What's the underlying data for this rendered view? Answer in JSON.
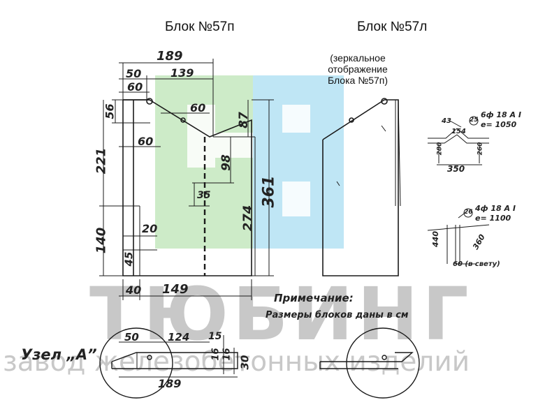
{
  "titles": {
    "left": "Блок №57п",
    "right": "Блок №57л"
  },
  "mirror_note": [
    "(зеркальное",
    "отображение",
    "Блока №57п)"
  ],
  "dims_main": {
    "d189": "189",
    "d50": "50",
    "d139": "139",
    "d60a": "60",
    "d60b": "60",
    "d60c": "60",
    "d56": "56",
    "d221": "221",
    "d87": "87",
    "d98": "98",
    "d35": "35",
    "d361": "361",
    "d274": "274",
    "d140": "140",
    "d20": "20",
    "d45": "45",
    "d40": "40",
    "d149": "149"
  },
  "section1": {
    "d1": "6ф 18 А I",
    "d2": "е= 1050",
    "n": "25",
    "a43": "43",
    "a154": "154",
    "h1": "280",
    "h2": "260",
    "w": "350"
  },
  "section2": {
    "d1": "4ф 18 А I",
    "d2": "е= 1100",
    "n": "26",
    "h": "440",
    "s": "360",
    "g": "60 (в свету)"
  },
  "note": {
    "title": "Примечание:",
    "body": "Размеры блоков даны в см"
  },
  "node": {
    "label": "Узел „А”",
    "d50": "50",
    "d124": "124",
    "d15": "15",
    "d16": "16",
    "d16b": "16",
    "d30": "30",
    "d189": "189"
  },
  "watermark": {
    "brand": "ТЮБИНГ",
    "tagline": "завод железобетонных изделий"
  },
  "colors": {
    "logo_green": "#cdebc8",
    "logo_blue": "#bfe6f5",
    "line": "#1a1a1a"
  }
}
